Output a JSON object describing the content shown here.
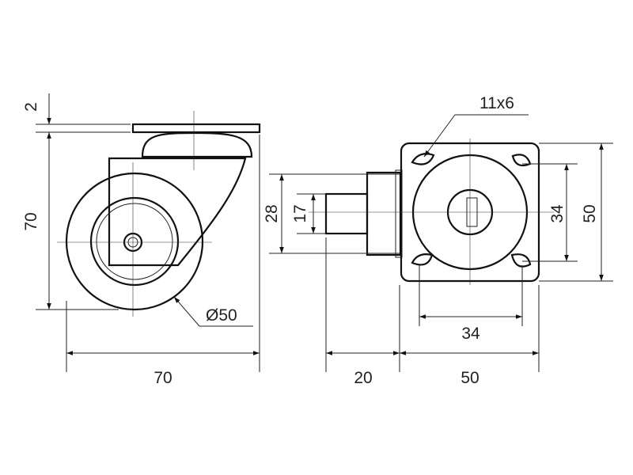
{
  "side_view": {
    "dims": {
      "plate_thickness": "2",
      "total_height": "70",
      "wheel_diameter": "Ø50",
      "total_width": "70"
    }
  },
  "top_view": {
    "dims": {
      "slot": "11x6",
      "spindle_outer": "28",
      "spindle_inner": "17",
      "hole_spacing_vertical": "34",
      "plate_height": "50",
      "hole_spacing_horizontal": "34",
      "offset": "20",
      "plate_width": "50"
    }
  },
  "colors": {
    "line": "#111111",
    "text": "#222222"
  }
}
